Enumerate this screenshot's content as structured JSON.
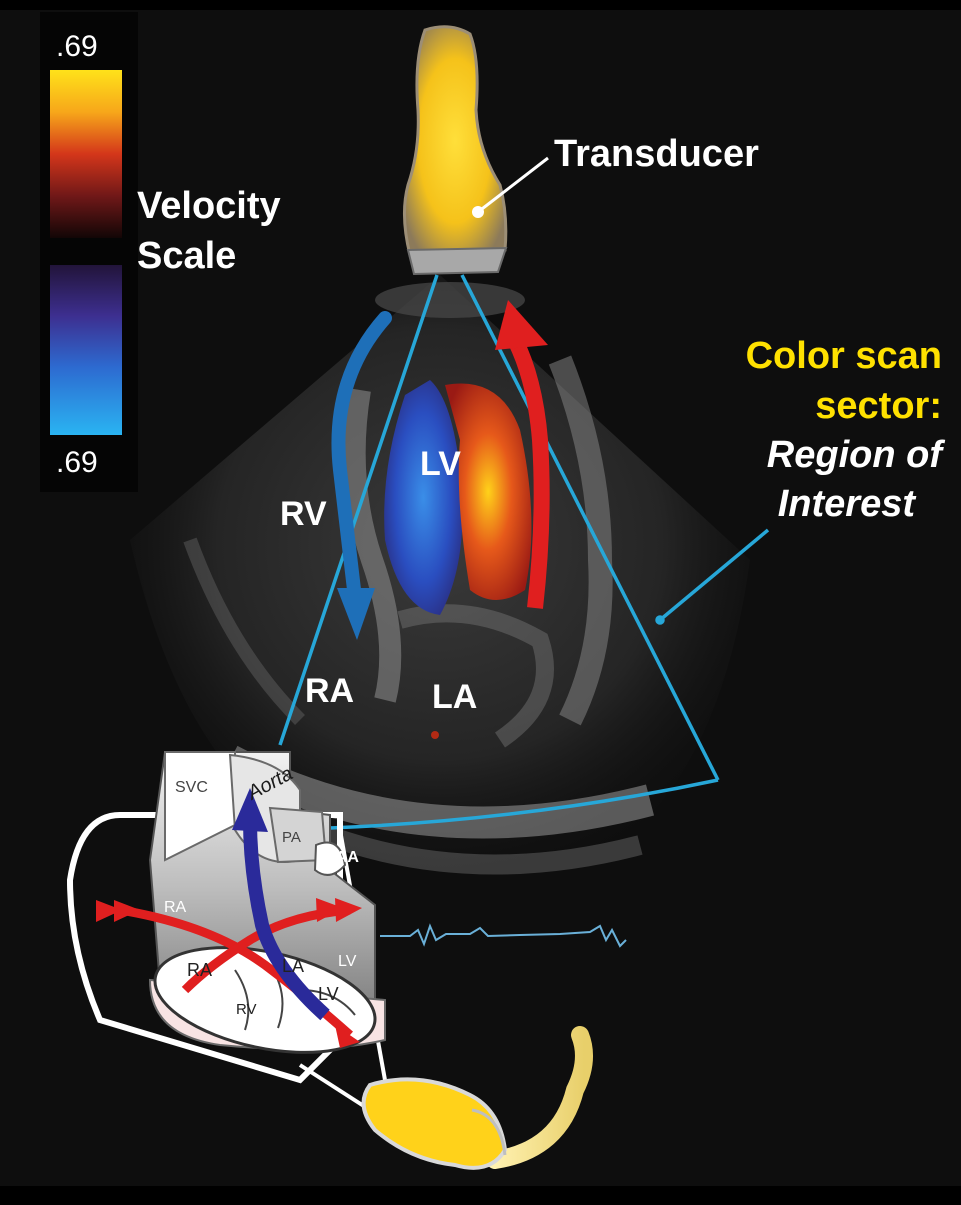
{
  "scale": {
    "top_value": ".69",
    "bottom_value": ".69",
    "label_line1": "Velocity",
    "label_line2": "Scale"
  },
  "labels": {
    "transducer": "Transducer",
    "sector_line1": "Color scan",
    "sector_line2": "sector:",
    "sector_line3": "Region of",
    "sector_line4": "Interest",
    "lv": "LV",
    "rv": "RV",
    "ra": "RA",
    "la": "LA"
  },
  "inset": {
    "svc": "SVC",
    "aorta": "Aorta",
    "pa": "PA",
    "laa": "LAA",
    "ra_outer": "RA",
    "lv_outer": "LV",
    "ra_inner": "RA",
    "la_inner": "LA",
    "rv_inner": "RV",
    "lv_inner": "LV"
  },
  "colors": {
    "background": "#0e0e0e",
    "sector_line": "#27a7d8",
    "accent_label": "#ffe100",
    "flow_toward": "#e01f1f",
    "flow_away": "#1e6fb8",
    "inset_arrow": "#2a2a9a",
    "probe": "#ffd21a"
  }
}
